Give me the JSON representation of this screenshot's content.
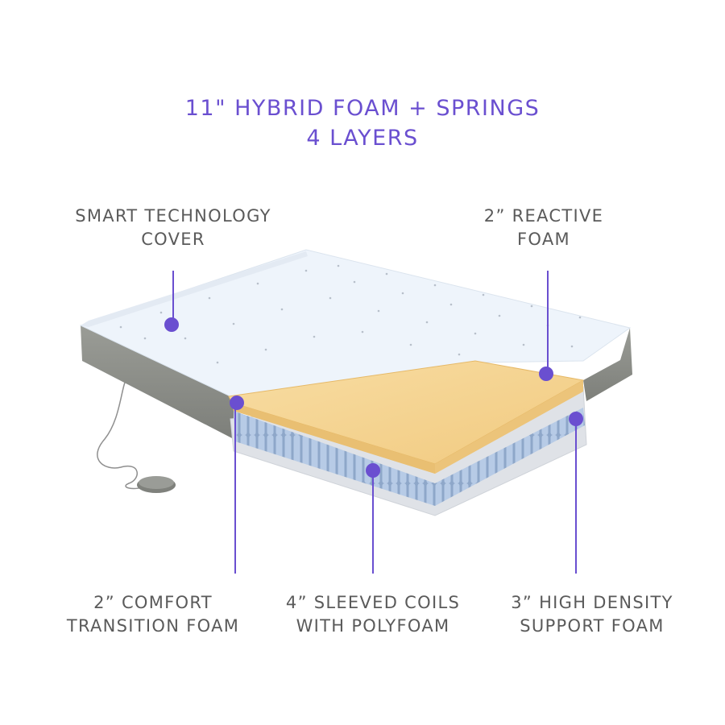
{
  "title": {
    "line1": "11\" HYBRID FOAM + SPRINGS",
    "line2": "4 LAYERS"
  },
  "labels": {
    "cover": {
      "line1": "SMART TECHNOLOGY",
      "line2": "COVER"
    },
    "reactive": {
      "line1": "2” REACTIVE",
      "line2": "FOAM"
    },
    "comfort": {
      "line1": "2” COMFORT",
      "line2": "TRANSITION FOAM"
    },
    "coils": {
      "line1": "4” SLEEVED COILS",
      "line2": "WITH POLYFOAM"
    },
    "support": {
      "line1": "3” HIGH DENSITY",
      "line2": "SUPPORT FOAM"
    }
  },
  "colors": {
    "accent": "#6a4fd0",
    "label_text": "#5a5a5a",
    "cover": "#eef4fb",
    "side_fabric": "#8c8e88",
    "foam": "#f5d594",
    "coils": "#a9bfdc",
    "base_foam": "#dfe2e7"
  }
}
